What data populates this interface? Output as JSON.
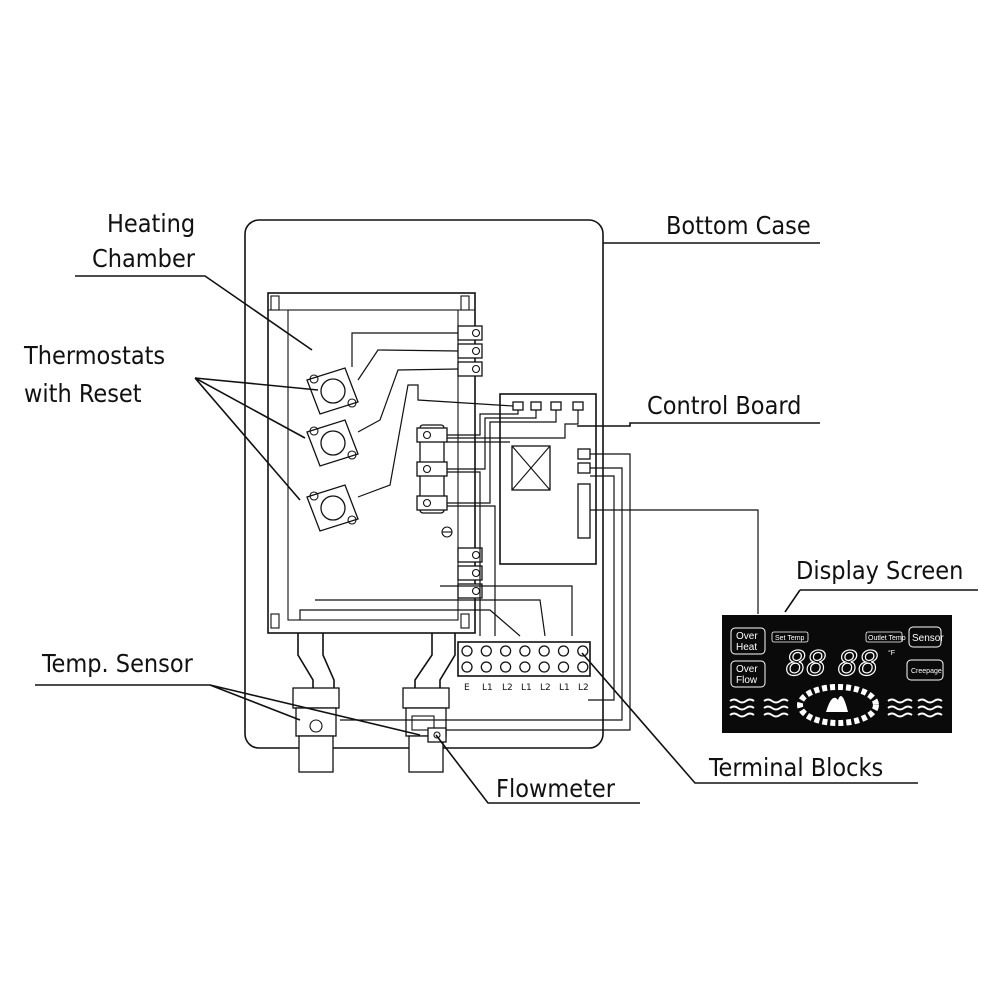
{
  "labels": {
    "heating_chamber_line1": "Heating",
    "heating_chamber_line2": "Chamber",
    "thermostats_line1": "Thermostats",
    "thermostats_line2": "with Reset",
    "temp_sensor": "Temp. Sensor",
    "bottom_case": "Bottom Case",
    "control_board": "Control Board",
    "display_screen": "Display Screen",
    "terminal_blocks": "Terminal Blocks",
    "flowmeter": "Flowmeter"
  },
  "terminals": [
    "E",
    "L1",
    "L2",
    "L1",
    "L2",
    "L1",
    "L2"
  ],
  "display": {
    "over_heat_1": "Over",
    "over_heat_2": "Heat",
    "over_flow_1": "Over",
    "over_flow_2": "Flow",
    "set_temp": "Set Temp",
    "outlet_temp": "Outlet Temp",
    "sensor": "Sensor",
    "creepage": "Creepage",
    "digits_left": "88",
    "digits_right": "88",
    "unit": "°F"
  }
}
